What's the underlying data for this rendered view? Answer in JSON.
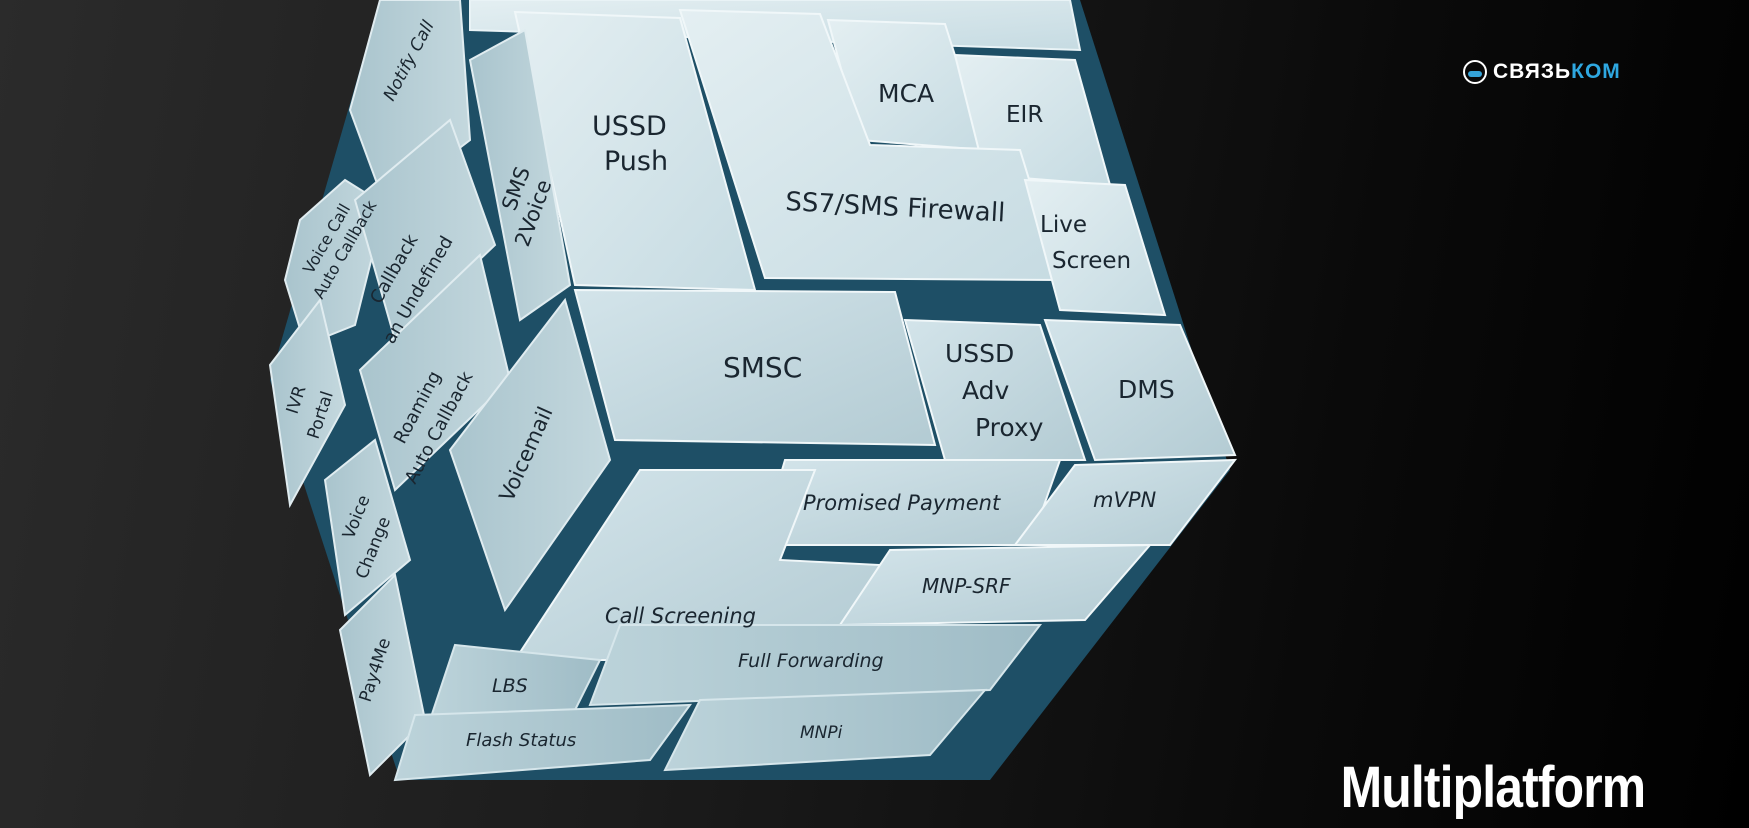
{
  "logo": {
    "part1": "СВЯЗЬ",
    "part2": "КОМ"
  },
  "headline": "Multiplatform",
  "cube_labels": {
    "notify_call": "Notify Call",
    "ussd_push_1": "USSD",
    "ussd_push_2": "Push",
    "mca": "MCA",
    "eir": "EIR",
    "sms2voice_1": "SMS",
    "sms2voice_2": "2Voice",
    "ss7_firewall": "SS7/SMS Firewall",
    "live_screen_1": "Live",
    "live_screen_2": "Screen",
    "voice_call_1": "Voice Call",
    "voice_call_2": "Auto Callback",
    "callback_1": "Callback",
    "callback_2": "an Undefined",
    "ivr_1": "IVR",
    "ivr_2": "Portal",
    "roaming_1": "Roaming",
    "roaming_2": "Auto Callback",
    "smsc": "SMSC",
    "ussd_adv_1": "USSD",
    "ussd_adv_2": "Adv",
    "ussd_adv_3": "Proxy",
    "dms": "DMS",
    "voicemail": "Voicemail",
    "promised_payment": "Promised Payment",
    "mvpn": "mVPN",
    "voice_change_1": "Voice",
    "voice_change_2": "Change",
    "mnp_srf": "MNP-SRF",
    "call_screening": "Call Screening",
    "pay4me": "Pay4Me",
    "full_forwarding": "Full Forwarding",
    "lbs": "LBS",
    "flash_status": "Flash Status",
    "mnpi": "MNPi"
  },
  "colors": {
    "background": "#1a1a1a",
    "tile": "#c9dde4",
    "accent": "#2ea7e0",
    "text": "#ffffff"
  }
}
